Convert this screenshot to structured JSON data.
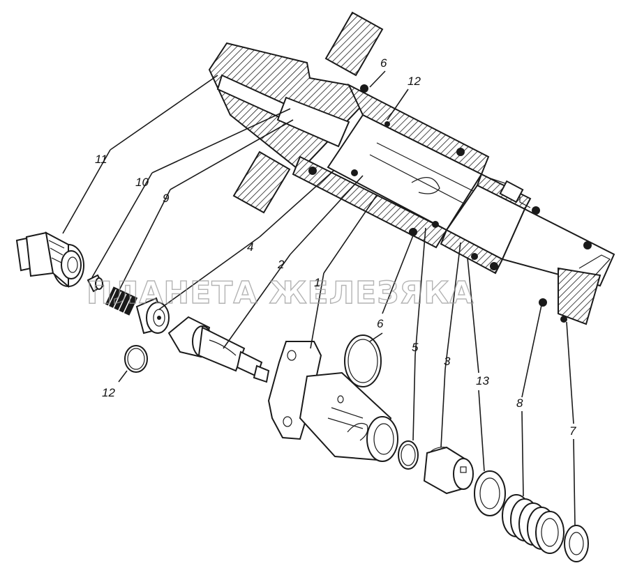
{
  "watermark": "ПЛАНЕТА ЖЕЛЕЗЯКА",
  "callouts": [
    {
      "id": "11a",
      "text": "11"
    },
    {
      "id": "10a",
      "text": "10"
    },
    {
      "id": "9a",
      "text": "9"
    },
    {
      "id": "4a",
      "text": "4"
    },
    {
      "id": "2a",
      "text": "2"
    },
    {
      "id": "1a",
      "text": "1"
    },
    {
      "id": "6a",
      "text": "6"
    },
    {
      "id": "6b",
      "text": "6"
    },
    {
      "id": "12a",
      "text": "12"
    },
    {
      "id": "12b",
      "text": "12"
    },
    {
      "id": "5a",
      "text": "5"
    },
    {
      "id": "3a",
      "text": "3"
    },
    {
      "id": "13a",
      "text": "13"
    },
    {
      "id": "8a",
      "text": "8"
    },
    {
      "id": "7a",
      "text": "7"
    }
  ],
  "colors": {
    "ink": "#1a1a1a",
    "watermark": "#9a9a9a",
    "background": "#ffffff"
  }
}
